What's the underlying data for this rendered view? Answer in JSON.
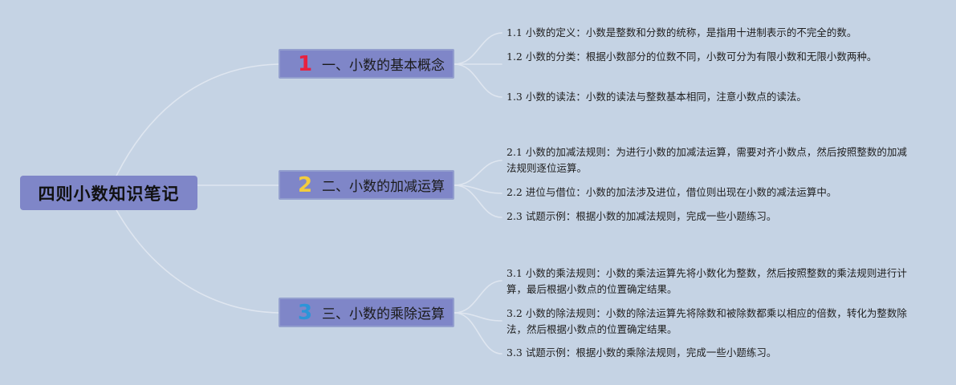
{
  "root": {
    "title": "四则小数知识笔记"
  },
  "branches": [
    {
      "number": "1",
      "label": "一、小数的基本概念",
      "color": "#e8213f",
      "leaves": [
        "1.1 小数的定义：小数是整数和分数的统称，是指用十进制表示的不完全的数。",
        "1.2 小数的分类：根据小数部分的位数不同，小数可分为有限小数和无限小数两种。",
        "1.3 小数的读法：小数的读法与整数基本相同，注意小数点的读法。"
      ]
    },
    {
      "number": "2",
      "label": "二、小数的加减运算",
      "color": "#f2cc3d",
      "leaves": [
        "2.1 小数的加减法规则：为进行小数的加减法运算，需要对齐小数点，然后按照整数的加减法规则逐位运算。",
        "2.2 进位与借位：小数的加法涉及进位，借位则出现在小数的减法运算中。",
        "2.3 试题示例：根据小数的加减法规则，完成一些小题练习。"
      ]
    },
    {
      "number": "3",
      "label": "三、小数的乘除运算",
      "color": "#2c95d8",
      "leaves": [
        "3.1 小数的乘法规则：小数的乘法运算先将小数化为整数，然后按照整数的乘法规则进行计算，最后根据小数点的位置确定结果。",
        "3.2 小数的除法规则：小数的除法运算先将除数和被除数都乘以相应的倍数，转化为整数除法，然后根据小数点的位置确定结果。",
        "3.3 试题示例：根据小数的乘除法规则，完成一些小题练习。"
      ]
    }
  ],
  "colors": {
    "background": "#c5d3e4",
    "node_fill": "#7f86c8",
    "connector": "#dfe6f0"
  }
}
